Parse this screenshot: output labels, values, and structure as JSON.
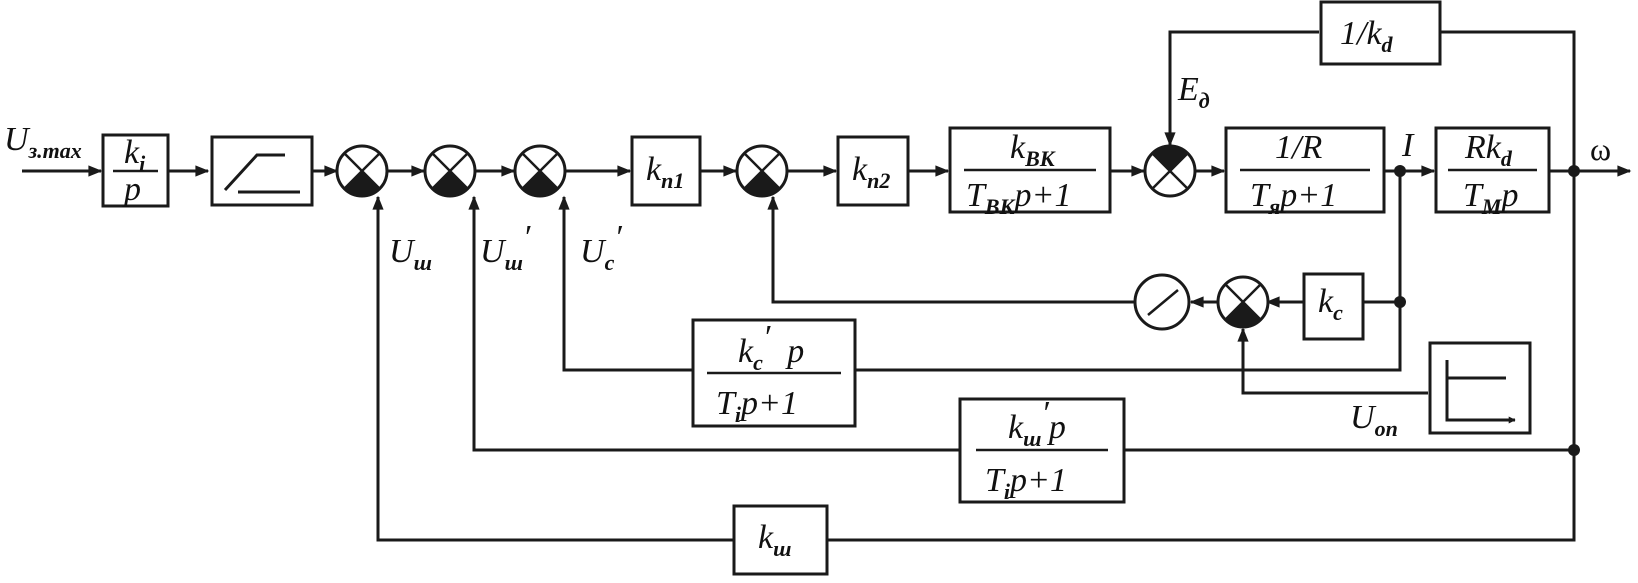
{
  "signals": {
    "input_main": "U",
    "input_sub": "з.max",
    "output": "ω",
    "current": "I",
    "emf_main": "E",
    "emf_sub": "д",
    "u_sh_main": "U",
    "u_sh_sub": "ш",
    "u_sh_prime_main": "U",
    "u_sh_prime_sub": "ш",
    "u_sh_prime_mark": "′",
    "u_c_prime_main": "U",
    "u_c_prime_sub": "c",
    "u_c_prime_mark": "′",
    "u_op_main": "U",
    "u_op_sub": "оп"
  },
  "blocks": {
    "integrator": {
      "num_main": "k",
      "num_sub": "i",
      "den": "p"
    },
    "kp1": {
      "main": "k",
      "sub": "п1"
    },
    "kp2": {
      "main": "k",
      "sub": "п2"
    },
    "thyristor": {
      "num_main": "k",
      "num_sub": "ВК",
      "den_main": "T",
      "den_sub": "ВК",
      "den_tail": "p+1"
    },
    "armature": {
      "num": "1/R",
      "den_main": "T",
      "den_sub": "я",
      "den_tail": "p+1"
    },
    "motor": {
      "num_main": "Rk",
      "num_sub": "d",
      "den_main": "T",
      "den_sub": "M",
      "den_tail": "p"
    },
    "emf_feedback": {
      "main": "1/k",
      "sub": "d"
    },
    "kc": {
      "main": "k",
      "sub": "c"
    },
    "current_derivative": {
      "num_main": "k",
      "num_sub": "c",
      "num_mark": "′",
      "num_tail": "  p",
      "den_main": "T",
      "den_sub": "i",
      "den_tail": "p+1"
    },
    "speed_derivative": {
      "num_main": "k",
      "num_sub": "ш",
      "num_mark": "′",
      "num_tail": "p",
      "den_main": "T",
      "den_sub": "i",
      "den_tail": "p+1"
    },
    "ksh": {
      "main": "k",
      "sub": "ш"
    }
  }
}
